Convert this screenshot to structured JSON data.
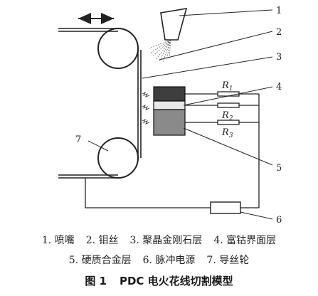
{
  "diagram": {
    "callouts": [
      "1",
      "2",
      "3",
      "4",
      "5",
      "6",
      "7"
    ],
    "resistors": [
      "R1",
      "R2",
      "R3"
    ]
  },
  "legend": {
    "line1": [
      "1. 喷嘴",
      "2. 钼丝",
      "3. 聚晶金刚石层",
      "4. 富钴界面层"
    ],
    "line2": [
      "5. 硬质合金层",
      "6. 脉冲电源",
      "7. 导丝轮"
    ]
  },
  "caption": {
    "label": "图 1",
    "title": "PDC 电火花线切割模型"
  }
}
